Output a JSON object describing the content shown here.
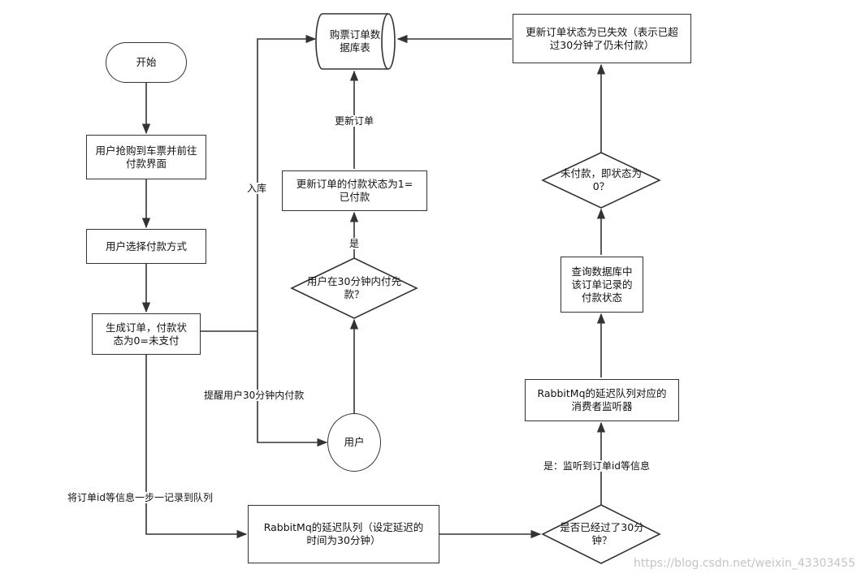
{
  "nodes": {
    "start": "开始",
    "grab_ticket": "用户抢购到车票并前往付款界面",
    "choose_payment": "用户选择付款方式",
    "create_order": "生成订单，付款状态为0=未支付",
    "order_db": "购票订单数据库表",
    "update_paid": "更新订单的付款状态为1=已付款",
    "paid_within_30": "用户在30分钟内付先款？",
    "user": "用户",
    "rabbit_queue": "RabbitMq的延迟队列（设定延迟的时间为30分钟）",
    "passed_30": "是否已经过了30分钟？",
    "rabbit_consumer": "RabbitMq的延迟队列对应的消费者监听器",
    "query_status": "查询数据库中该订单记录的付款状态",
    "unpaid_check": "未付款，即状态为0？",
    "update_expired": "更新订单状态为已失效（表示已超过30分钟了仍未付款）"
  },
  "edge_labels": {
    "store": "入库",
    "update_order": "更新订单",
    "yes": "是",
    "remind_user": "提醒用户30分钟内付款",
    "record_queue": "将订单id等信息一步一记录到队列",
    "yes_listen": "是：监听到订单id等信息"
  },
  "watermark": "https://blog.csdn.net/weixin_43303455",
  "colors": {
    "stroke": "#333333",
    "background": "#ffffff",
    "watermark": "#c4c4c4"
  }
}
